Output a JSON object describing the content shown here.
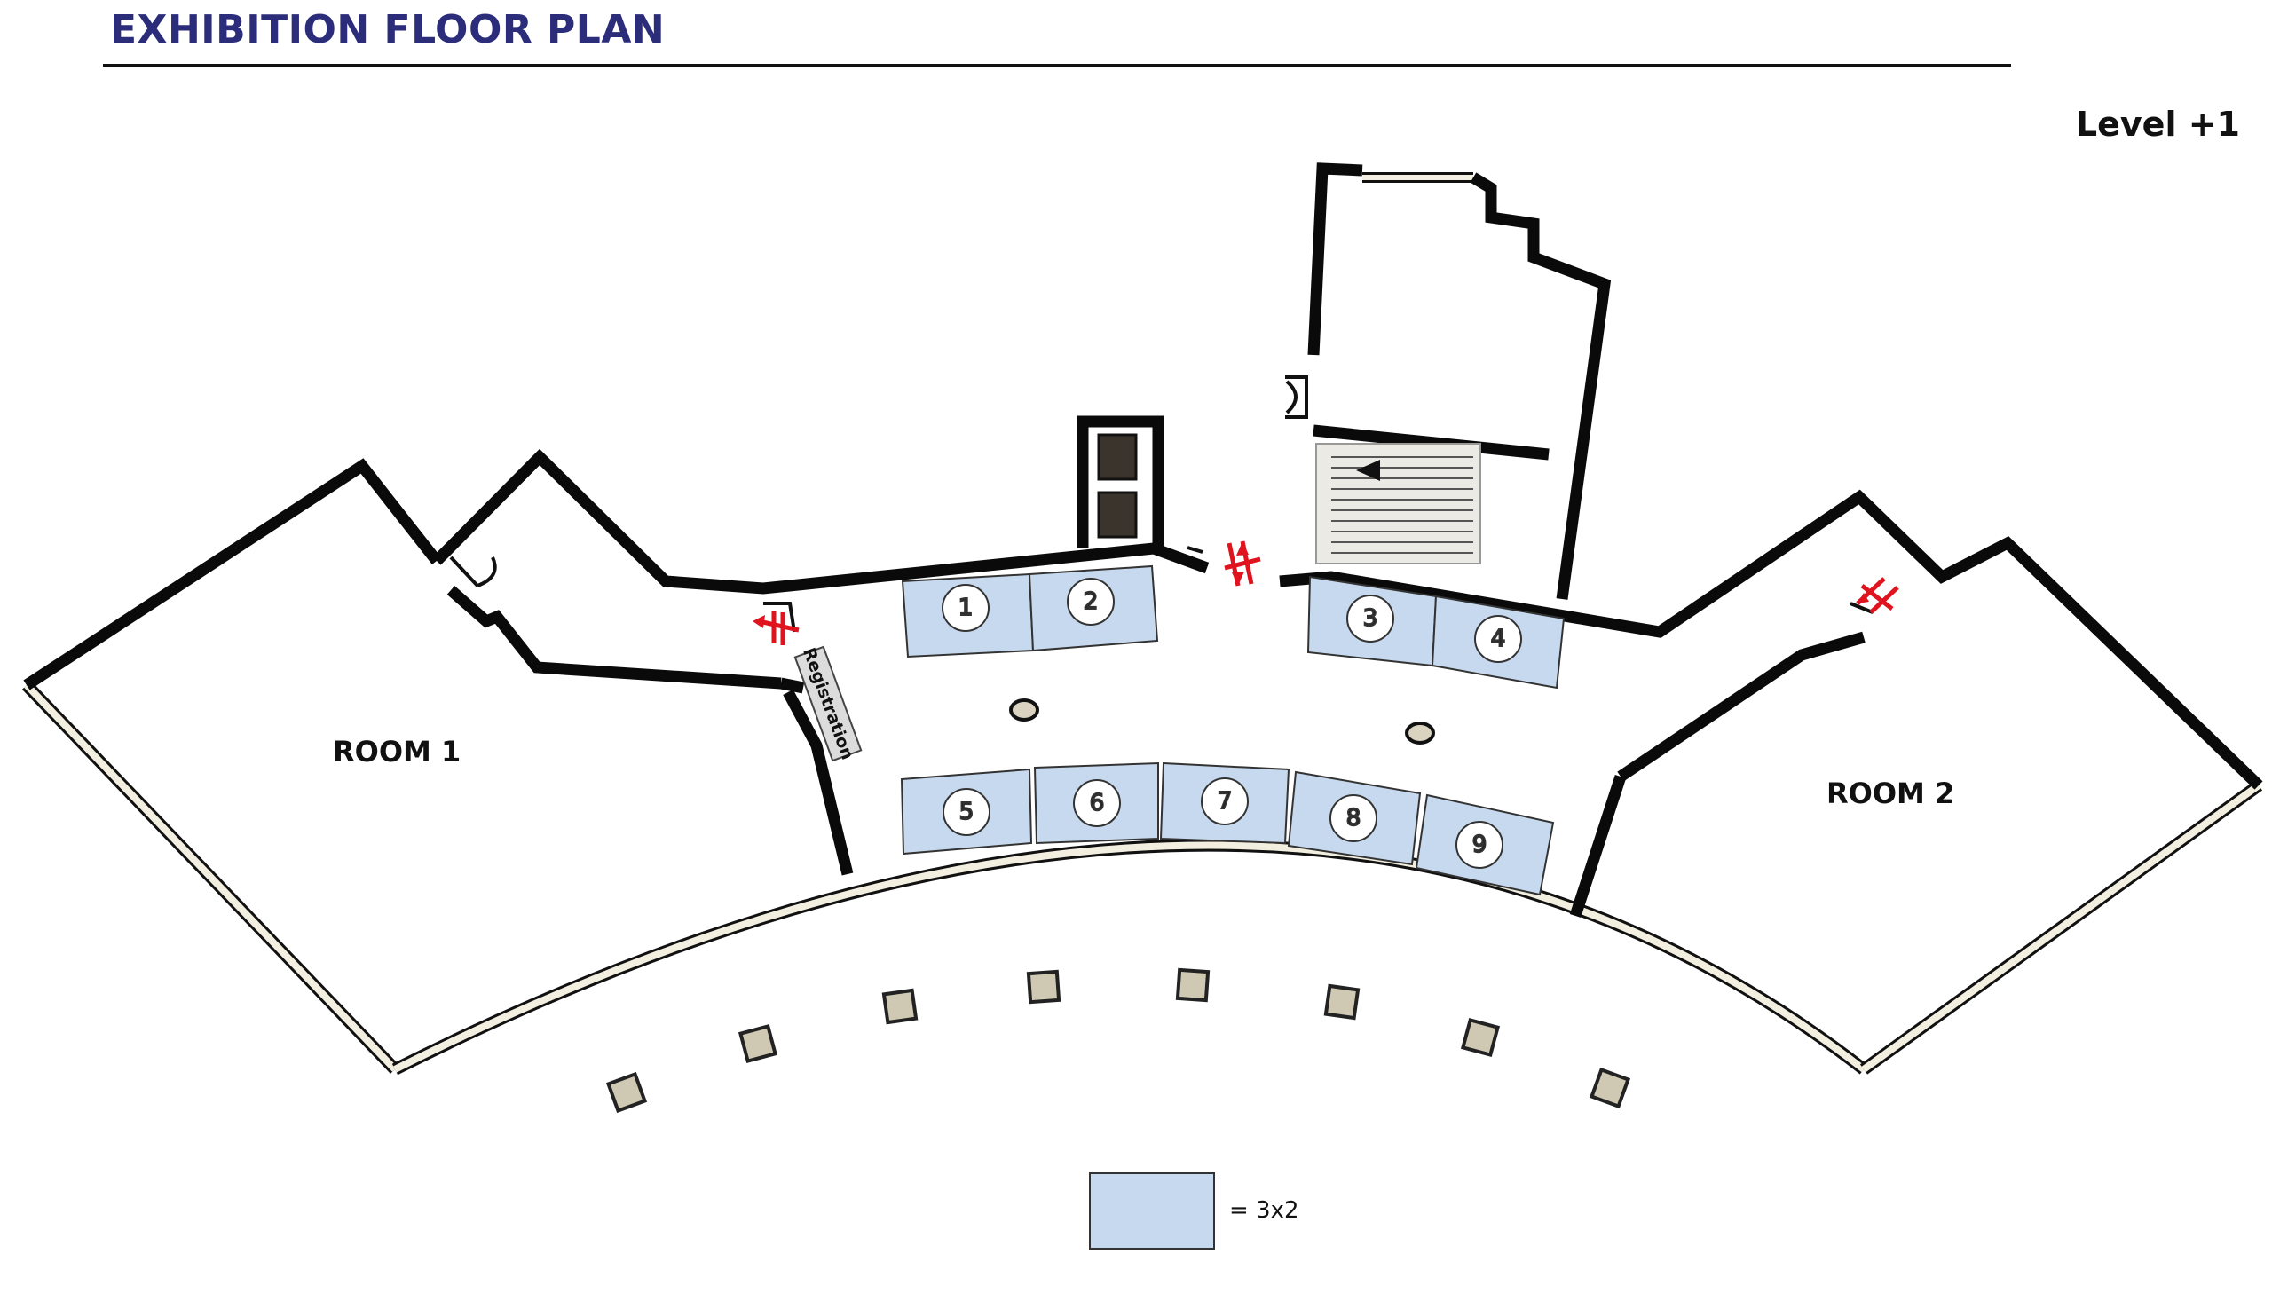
{
  "title": "EXHIBITION FLOOR PLAN",
  "level": "Level +1",
  "rooms": [
    {
      "label": "ROOM 1"
    },
    {
      "label": "ROOM 2"
    }
  ],
  "registration": "Registration",
  "booths": [
    {
      "number": "1"
    },
    {
      "number": "2"
    },
    {
      "number": "3"
    },
    {
      "number": "4"
    },
    {
      "number": "5"
    },
    {
      "number": "6"
    },
    {
      "number": "7"
    },
    {
      "number": "8"
    },
    {
      "number": "9"
    }
  ],
  "legend": {
    "label": "= 3x2"
  },
  "colors": {
    "title": "#2b2c7a",
    "booth_fill": "#c7d9ee",
    "wall": "#0a0a0a",
    "exit_arrow": "#e0141e"
  }
}
